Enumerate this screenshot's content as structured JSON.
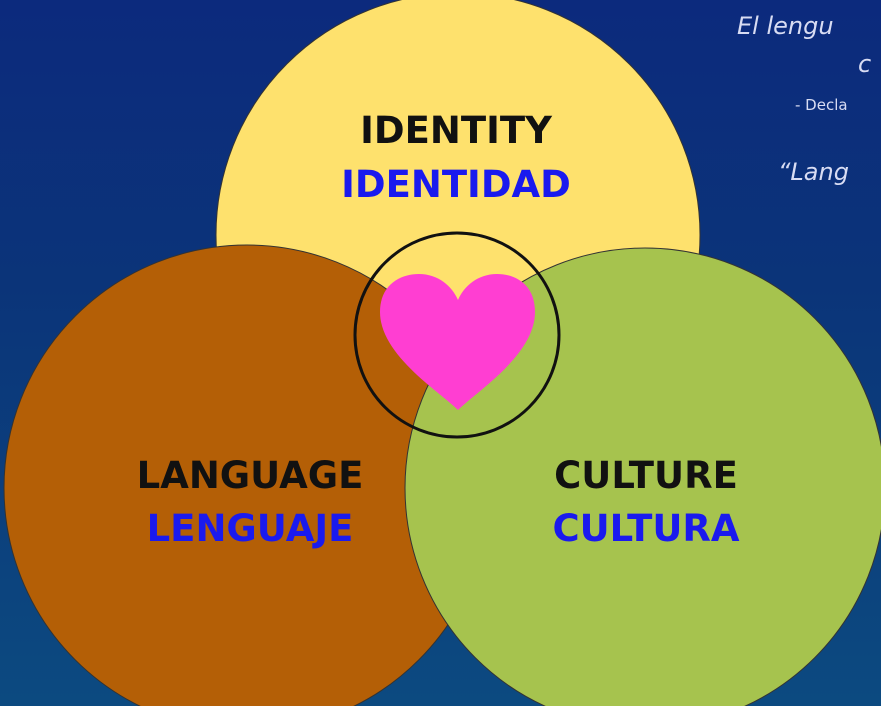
{
  "circles": {
    "identity": {
      "en": "IDENTITY",
      "es": "IDENTIDAD",
      "color": "#fee16d"
    },
    "language": {
      "en": "LANGUAGE",
      "es": "LENGUAJE",
      "color": "#b45f06"
    },
    "culture": {
      "en": "CULTURE",
      "es": "CULTURA",
      "color": "#a6c34e"
    }
  },
  "heart_color": "#ff3ed2",
  "quotes": {
    "line1": "El lengu",
    "line2": "c",
    "attribution": "- Decla",
    "second": "“Lang"
  }
}
